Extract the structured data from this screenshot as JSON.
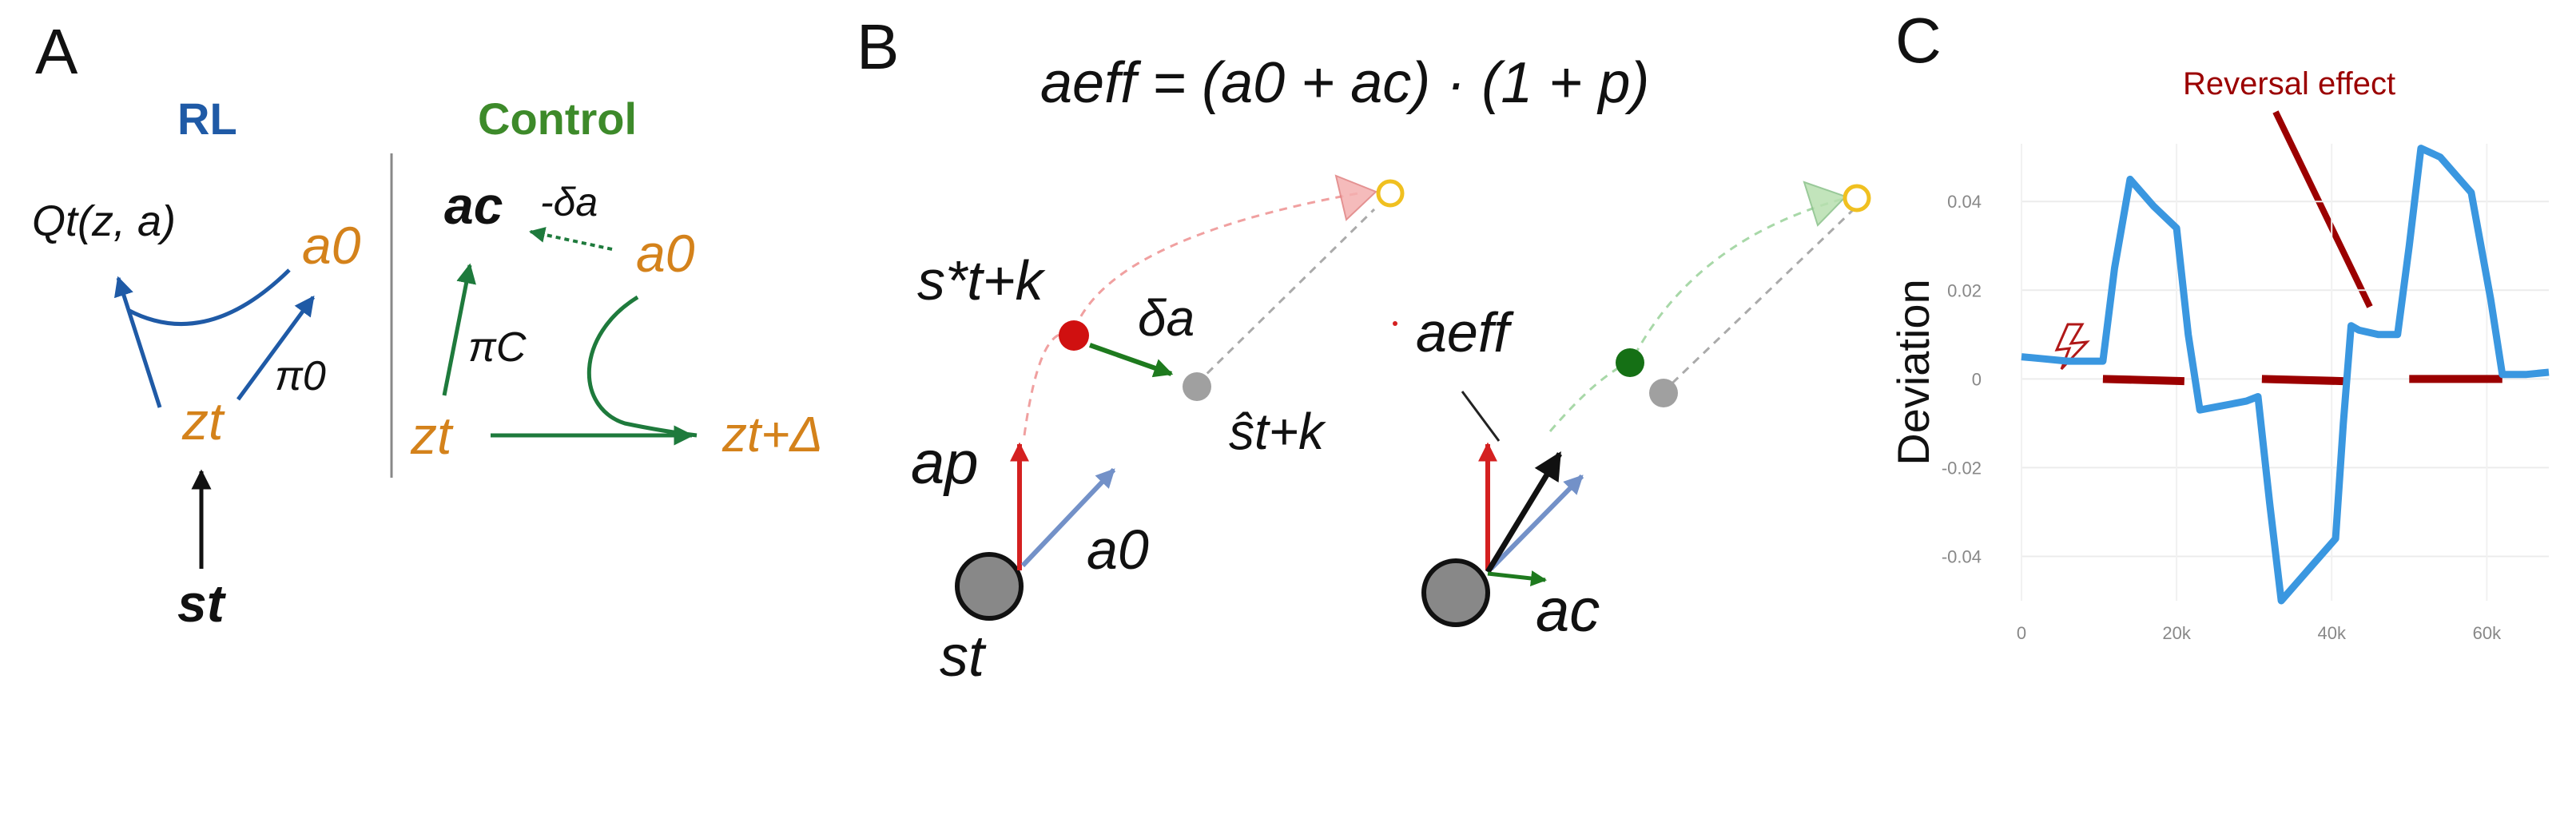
{
  "panels": {
    "A": {
      "letter": "A",
      "rl_heading": "RL",
      "control_heading": "Control",
      "labels": {
        "q_function": "Qt(z, a)",
        "a0_left": "a0",
        "pi0": "π0",
        "z_t_left": "zt",
        "s_t": "st",
        "a_c": "ac",
        "neg_delta_a": "-δa",
        "a0_right": "a0",
        "pi_c": "πC",
        "z_t_right": "zt",
        "z_t_delta": "zt+Δ"
      },
      "colors": {
        "rl": "#1f5aa6",
        "control": "#3d8a2a",
        "latent": "#d4821b",
        "arrow_green": "#1e7a3c"
      }
    },
    "B": {
      "letter": "B",
      "equation": "aeff = (a0 + ac) · (1 + p)",
      "labels": {
        "s_star": "s*t+k",
        "delta_a": "δa",
        "s_hat": "ŝt+k",
        "a_p": "ap",
        "a_0": "a0",
        "s_t": "st",
        "a_eff": "aeff",
        "a_c": "ac"
      },
      "colors": {
        "red": "#d42020",
        "blue": "#7391c8",
        "green": "#1e7a1e",
        "gray": "#999999",
        "target": "#f0c020"
      }
    },
    "C": {
      "letter": "C",
      "annotation": "Reversal effect",
      "colors": {
        "line": "#3a97e0",
        "ref": "#9b0000",
        "annotation": "#9b0000"
      }
    }
  },
  "chart_data": {
    "type": "line",
    "title": "",
    "xlabel": "",
    "ylabel": "Deviation",
    "xlim": [
      0,
      68000
    ],
    "ylim": [
      -0.05,
      0.053
    ],
    "x_ticks": [
      0,
      20000,
      40000,
      60000
    ],
    "x_tick_labels": [
      "0",
      "20k",
      "40k",
      "60k"
    ],
    "y_ticks": [
      -0.04,
      -0.02,
      0,
      0.02,
      0.04
    ],
    "y_tick_labels": [
      "-0.04",
      "-0.02",
      "0",
      "0.02",
      "0.04"
    ],
    "grid": true,
    "series": [
      {
        "x": [
          0,
          3000,
          6000,
          9000,
          10500,
          12000,
          14000,
          17000,
          20000,
          21500,
          23000,
          26000,
          29000,
          30500,
          32000,
          33500,
          35000,
          38000,
          40500,
          41500,
          42500,
          43500,
          46000,
          48500,
          50000,
          51500,
          54000,
          56000,
          58000,
          60500,
          62000,
          65000,
          68000
        ],
        "y": [
          0.005,
          0.0045,
          0.004,
          0.004,
          0.004,
          0.025,
          0.045,
          0.039,
          0.034,
          0.01,
          -0.007,
          -0.006,
          -0.005,
          -0.004,
          -0.028,
          -0.05,
          -0.047,
          -0.041,
          -0.036,
          -0.01,
          0.012,
          0.011,
          0.01,
          0.01,
          0.03,
          0.052,
          0.05,
          0.046,
          0.042,
          0.018,
          0.001,
          0.001,
          0.0015
        ]
      }
    ],
    "reference_segments": [
      {
        "x": [
          10500,
          21000
        ],
        "y": [
          0,
          -0.0005
        ]
      },
      {
        "x": [
          31000,
          41500
        ],
        "y": [
          0,
          -0.0005
        ]
      },
      {
        "x": [
          50000,
          62000
        ],
        "y": [
          0,
          0
        ]
      }
    ]
  }
}
